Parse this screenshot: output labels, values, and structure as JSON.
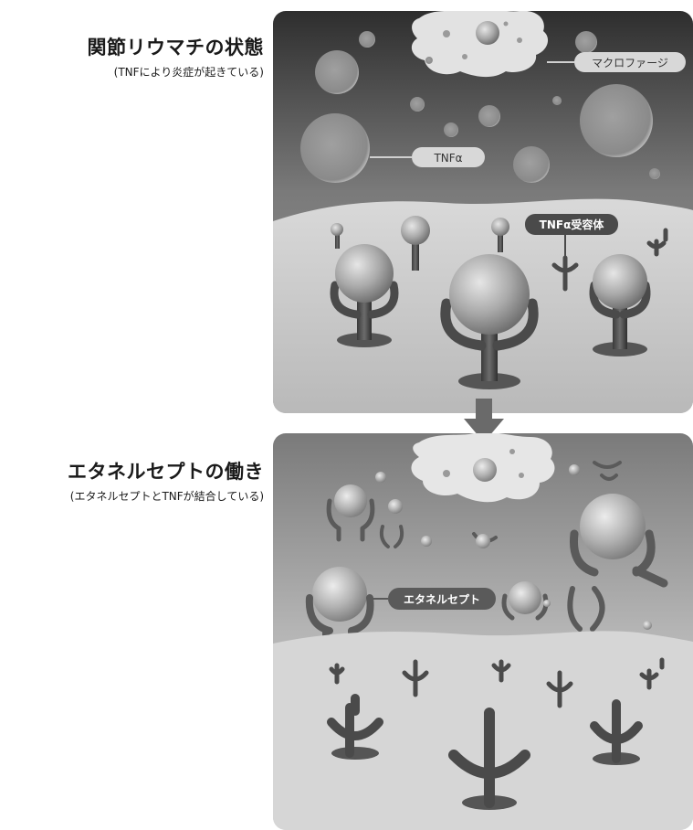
{
  "section_ra": {
    "title": "関節リウマチの状態",
    "subtitle": "(TNFにより炎症が起きている)",
    "labels": {
      "macrophage": "マクロファージ",
      "tnf_alpha": "TNFα",
      "tnf_receptor": "TNFα受容体"
    }
  },
  "section_etanercept": {
    "title": "エタネルセプトの働き",
    "subtitle": "(エタネルセプトとTNFが結合している)",
    "labels": {
      "etanercept": "エタネルセプト"
    }
  },
  "colors": {
    "background_dark": "#3c3c3c",
    "background_light": "#8a8a8a",
    "surface": "#cfcfcf",
    "receptor": "#4a4a4a",
    "sphere": "#bdbdbd",
    "label_light": "#d8d8d8",
    "label_dark": "#4a4a4a",
    "arrow": "#6a6a6a"
  }
}
